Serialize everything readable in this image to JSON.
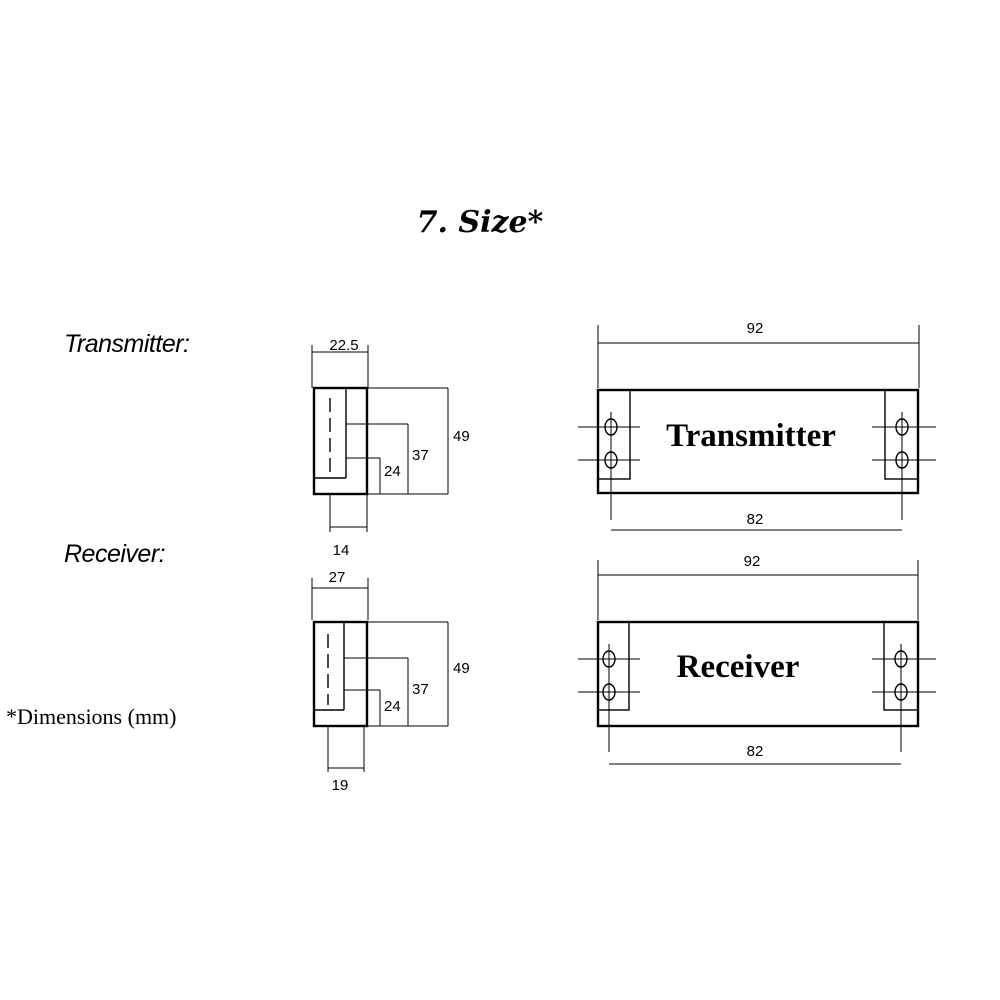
{
  "title": "7. Size*",
  "note": "*Dimensions (mm)",
  "transmitter": {
    "side_label": "Transmitter:",
    "label": "Transmitter",
    "width": "22.5",
    "height": "49",
    "inner_upper": "37",
    "inner_lower": "24",
    "base": "14",
    "length_outer": "92",
    "length_holes": "82"
  },
  "receiver": {
    "side_label": "Receiver:",
    "label": "Receiver",
    "width": "27",
    "height": "49",
    "inner_upper": "37",
    "inner_lower": "24",
    "base": "19",
    "length_outer": "92",
    "length_holes": "82"
  }
}
